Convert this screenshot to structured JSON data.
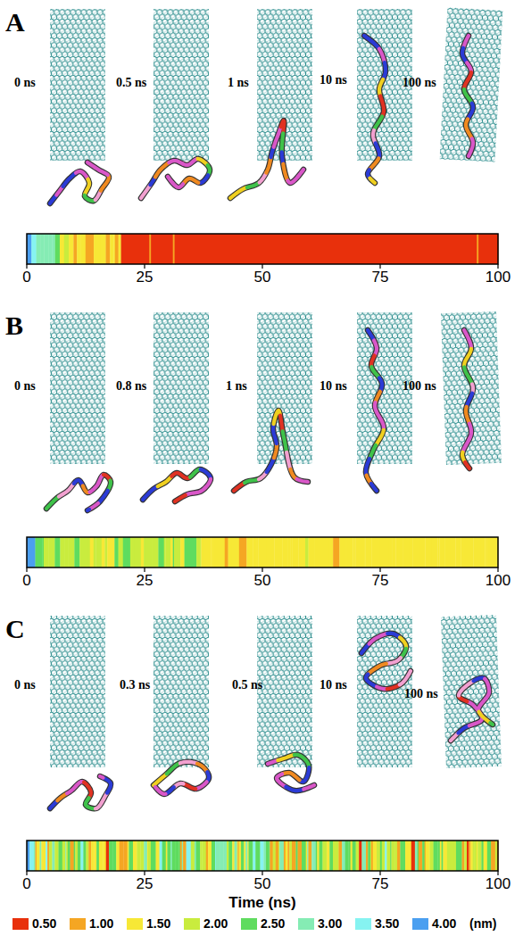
{
  "diagram": {
    "labels": [
      "A",
      "0 ns",
      "0.5 ns",
      "1 ns",
      "10 ns",
      "100 ns",
      "0",
      "25",
      "50",
      "75",
      "100",
      "B",
      "0 ns",
      "0.8 ns",
      "1 ns",
      "10 ns",
      "100 ns",
      "0",
      "25",
      "50",
      "75",
      "100",
      "C",
      "0 ns",
      "0.3 ns",
      "0.5 ns",
      "10 ns",
      "100 ns",
      "0",
      "25",
      "50",
      "75",
      "100",
      "Time (ns)",
      "(nm)"
    ],
    "legend": [
      {
        "text": "0.50",
        "color": "#e8300c"
      },
      {
        "text": "1.00",
        "color": "#f5a623"
      },
      {
        "text": "1.50",
        "color": "#f7e836"
      },
      {
        "text": "2.00",
        "color": "#c9ec3e"
      },
      {
        "text": "2.50",
        "color": "#5fdc5f"
      },
      {
        "text": "3.00",
        "color": "#85ecb4"
      },
      {
        "text": "3.50",
        "color": "#86f3f1"
      },
      {
        "text": "4.00",
        "color": "#4b9ff0"
      }
    ]
  }
}
